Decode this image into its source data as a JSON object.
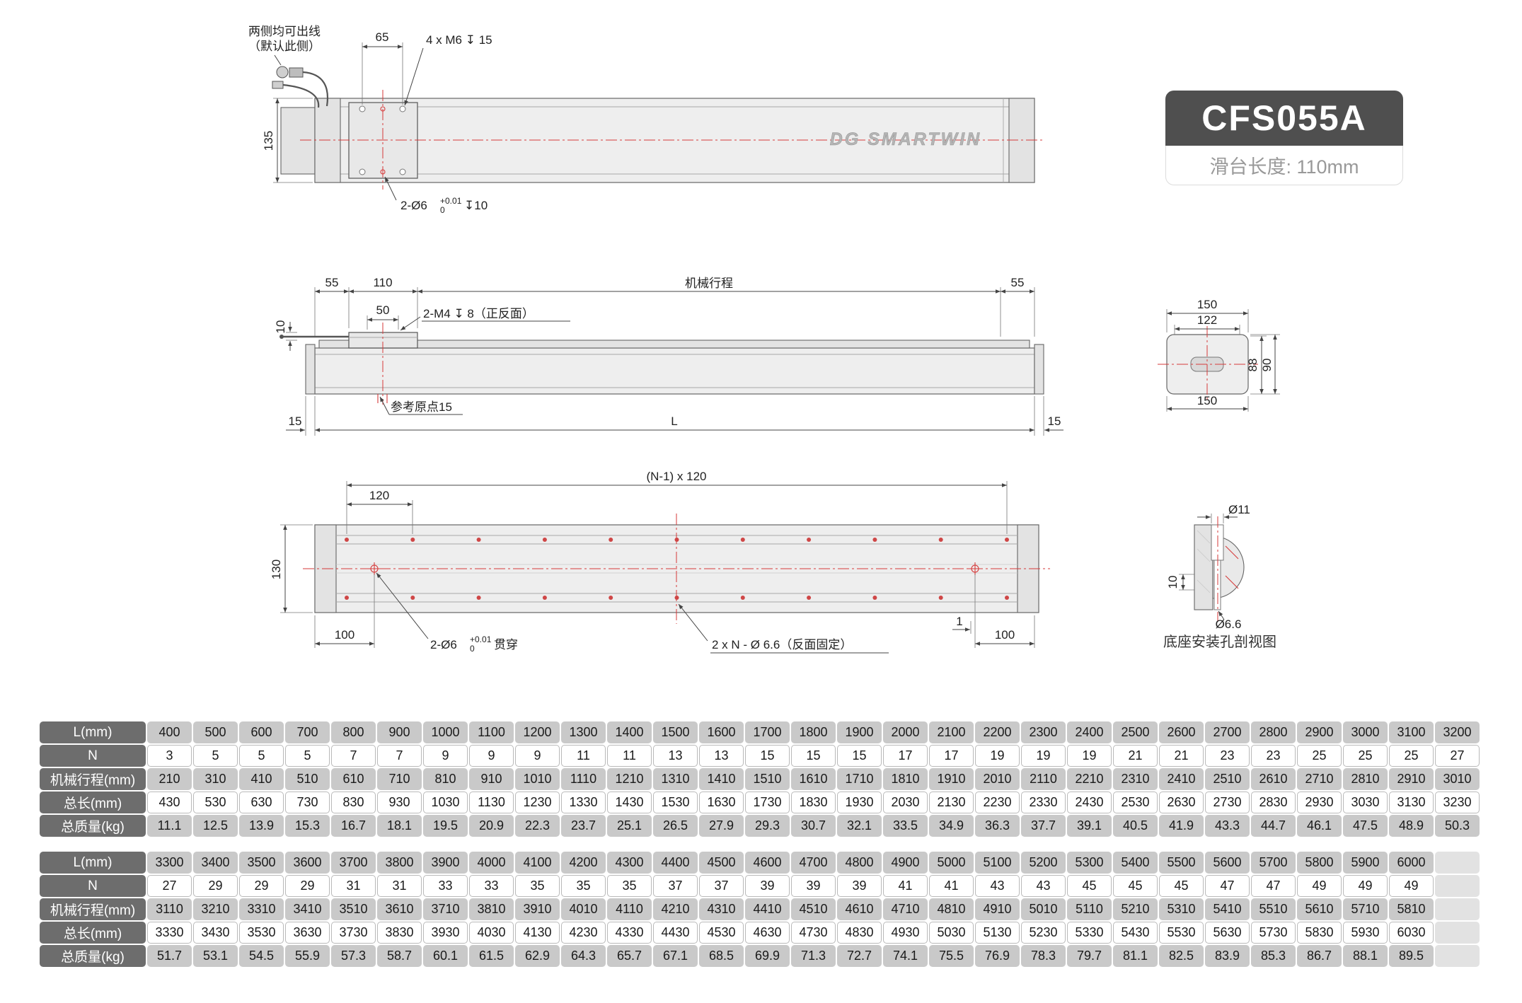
{
  "title": {
    "model": "CFS055A",
    "slider_length": "滑台长度: 110mm"
  },
  "logo_text": "DG SMARTWIN",
  "top_view": {
    "cable_note_1": "两侧均可出线",
    "cable_note_2": "（默认此侧）",
    "dim_65": "65",
    "thread_note": "4 x M6 ↧ 15",
    "dim_135": "135",
    "hole_note": {
      "prefix": "2-Ø6",
      "tol_upper": "+0.01",
      "tol_lower": "0",
      "suffix": "↧10"
    }
  },
  "side_view": {
    "dim_55_left": "55",
    "dim_110": "110",
    "stroke_label": "机械行程",
    "dim_55_right": "55",
    "dim_10": "10",
    "dim_50": "50",
    "thread_note": "2-M4 ↧ 8（正反面）",
    "origin_note": "参考原点15",
    "dim_15_left": "15",
    "dim_L": "L",
    "dim_15_right": "15"
  },
  "end_view": {
    "dim_150_top": "150",
    "dim_122": "122",
    "dim_88": "88",
    "dim_90": "90",
    "dim_150_bottom": "150"
  },
  "bottom_view": {
    "pitch_label": "(N-1) x 120",
    "dim_120": "120",
    "dim_130": "130",
    "dim_100_left": "100",
    "hole_note": {
      "prefix": "2-Ø6",
      "tol_upper": "+0.01",
      "tol_lower": "0",
      "suffix": "贯穿"
    },
    "mount_note": "2 x N - Ø 6.6（反面固定）",
    "dim_1": "1",
    "dim_100_right": "100"
  },
  "section_view": {
    "dim_d11": "Ø11",
    "dim_10": "10",
    "dim_d66": "Ø6.6",
    "caption": "底座安装孔剖视图"
  },
  "spec_tables": [
    {
      "columns": 29,
      "rows": [
        {
          "header": "L(mm)",
          "values": [
            "400",
            "500",
            "600",
            "700",
            "800",
            "900",
            "1000",
            "1100",
            "1200",
            "1300",
            "1400",
            "1500",
            "1600",
            "1700",
            "1800",
            "1900",
            "2000",
            "2100",
            "2200",
            "2300",
            "2400",
            "2500",
            "2600",
            "2700",
            "2800",
            "2900",
            "3000",
            "3100",
            "3200"
          ]
        },
        {
          "header": "N",
          "values": [
            "3",
            "5",
            "5",
            "5",
            "7",
            "7",
            "9",
            "9",
            "9",
            "11",
            "11",
            "13",
            "13",
            "15",
            "15",
            "15",
            "17",
            "17",
            "19",
            "19",
            "19",
            "21",
            "21",
            "23",
            "23",
            "25",
            "25",
            "25",
            "27"
          ]
        },
        {
          "header": "机械行程(mm)",
          "values": [
            "210",
            "310",
            "410",
            "510",
            "610",
            "710",
            "810",
            "910",
            "1010",
            "1110",
            "1210",
            "1310",
            "1410",
            "1510",
            "1610",
            "1710",
            "1810",
            "1910",
            "2010",
            "2110",
            "2210",
            "2310",
            "2410",
            "2510",
            "2610",
            "2710",
            "2810",
            "2910",
            "3010"
          ]
        },
        {
          "header": "总长(mm)",
          "values": [
            "430",
            "530",
            "630",
            "730",
            "830",
            "930",
            "1030",
            "1130",
            "1230",
            "1330",
            "1430",
            "1530",
            "1630",
            "1730",
            "1830",
            "1930",
            "2030",
            "2130",
            "2230",
            "2330",
            "2430",
            "2530",
            "2630",
            "2730",
            "2830",
            "2930",
            "3030",
            "3130",
            "3230"
          ]
        },
        {
          "header": "总质量(kg)",
          "values": [
            "11.1",
            "12.5",
            "13.9",
            "15.3",
            "16.7",
            "18.1",
            "19.5",
            "20.9",
            "22.3",
            "23.7",
            "25.1",
            "26.5",
            "27.9",
            "29.3",
            "30.7",
            "32.1",
            "33.5",
            "34.9",
            "36.3",
            "37.7",
            "39.1",
            "40.5",
            "41.9",
            "43.3",
            "44.7",
            "46.1",
            "47.5",
            "48.9",
            "50.3"
          ]
        }
      ]
    },
    {
      "columns": 29,
      "rows": [
        {
          "header": "L(mm)",
          "values": [
            "3300",
            "3400",
            "3500",
            "3600",
            "3700",
            "3800",
            "3900",
            "4000",
            "4100",
            "4200",
            "4300",
            "4400",
            "4500",
            "4600",
            "4700",
            "4800",
            "4900",
            "5000",
            "5100",
            "5200",
            "5300",
            "5400",
            "5500",
            "5600",
            "5700",
            "5800",
            "5900",
            "6000"
          ]
        },
        {
          "header": "N",
          "values": [
            "27",
            "29",
            "29",
            "29",
            "31",
            "31",
            "33",
            "33",
            "35",
            "35",
            "35",
            "37",
            "37",
            "39",
            "39",
            "39",
            "41",
            "41",
            "43",
            "43",
            "45",
            "45",
            "45",
            "47",
            "47",
            "49",
            "49",
            "49"
          ]
        },
        {
          "header": "机械行程(mm)",
          "values": [
            "3110",
            "3210",
            "3310",
            "3410",
            "3510",
            "3610",
            "3710",
            "3810",
            "3910",
            "4010",
            "4110",
            "4210",
            "4310",
            "4410",
            "4510",
            "4610",
            "4710",
            "4810",
            "4910",
            "5010",
            "5110",
            "5210",
            "5310",
            "5410",
            "5510",
            "5610",
            "5710",
            "5810"
          ]
        },
        {
          "header": "总长(mm)",
          "values": [
            "3330",
            "3430",
            "3530",
            "3630",
            "3730",
            "3830",
            "3930",
            "4030",
            "4130",
            "4230",
            "4330",
            "4430",
            "4530",
            "4630",
            "4730",
            "4830",
            "4930",
            "5030",
            "5130",
            "5230",
            "5330",
            "5430",
            "5530",
            "5630",
            "5730",
            "5830",
            "5930",
            "6030"
          ]
        },
        {
          "header": "总质量(kg)",
          "values": [
            "51.7",
            "53.1",
            "54.5",
            "55.9",
            "57.3",
            "58.7",
            "60.1",
            "61.5",
            "62.9",
            "64.3",
            "65.7",
            "67.1",
            "68.5",
            "69.9",
            "71.3",
            "72.7",
            "74.1",
            "75.5",
            "76.9",
            "78.3",
            "79.7",
            "81.1",
            "82.5",
            "83.9",
            "85.3",
            "86.7",
            "88.1",
            "89.5"
          ]
        }
      ]
    }
  ]
}
